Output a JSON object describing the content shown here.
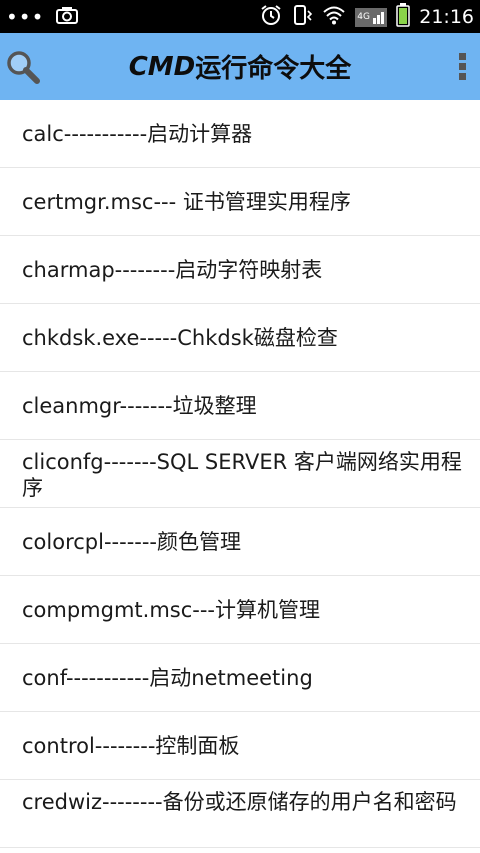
{
  "status_bar": {
    "overflow_dots": "•••",
    "time": "21:16",
    "network": "4G",
    "icons": [
      "camera-icon",
      "alarm-icon",
      "vibrate-icon",
      "wifi-icon",
      "signal-icon",
      "battery-icon"
    ]
  },
  "app_bar": {
    "title_latin": "CMD",
    "title_cjk": "运行命令大全",
    "color": "#6fb4f2",
    "search_icon": "search-icon",
    "menu_icon": "overflow-menu-icon"
  },
  "commands": [
    {
      "text": "calc-----------启动计算器"
    },
    {
      "text": "certmgr.msc--- 证书管理实用程序"
    },
    {
      "text": "charmap--------启动字符映射表"
    },
    {
      "text": "chkdsk.exe-----Chkdsk磁盘检查"
    },
    {
      "text": "cleanmgr-------垃圾整理"
    },
    {
      "text": "cliconfg-------SQL SERVER 客户端网络实用程序"
    },
    {
      "text": "colorcpl-------颜色管理"
    },
    {
      "text": "compmgmt.msc---计算机管理"
    },
    {
      "text": "conf-----------启动netmeeting"
    },
    {
      "text": "control--------控制面板"
    },
    {
      "text": "credwiz--------备份或还原储存的用户名和密码"
    }
  ]
}
